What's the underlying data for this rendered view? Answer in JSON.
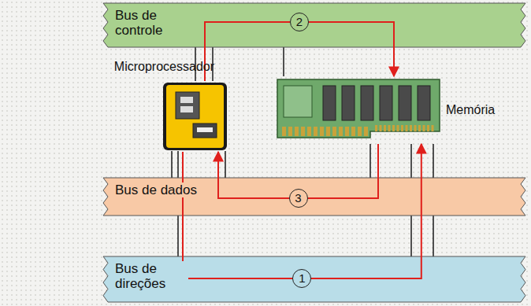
{
  "diagram": {
    "nodes": [
      {
        "text": [
          "Bus de controle"
        ]
      },
      {
        "text": [
          "Microprocessador"
        ]
      },
      {
        "text": [
          "Memória"
        ]
      },
      {
        "text": [
          "Bus de dados"
        ]
      },
      {
        "text": [
          "Bus de direções"
        ]
      }
    ],
    "edges": [
      {
        "from": 1,
        "to": 2,
        "arrow": "to",
        "label": "1"
      },
      {
        "from": 1,
        "to": 2,
        "arrow": "to",
        "label": "2"
      },
      {
        "from": 2,
        "to": 1,
        "arrow": "to",
        "label": "3"
      }
    ]
  }
}
